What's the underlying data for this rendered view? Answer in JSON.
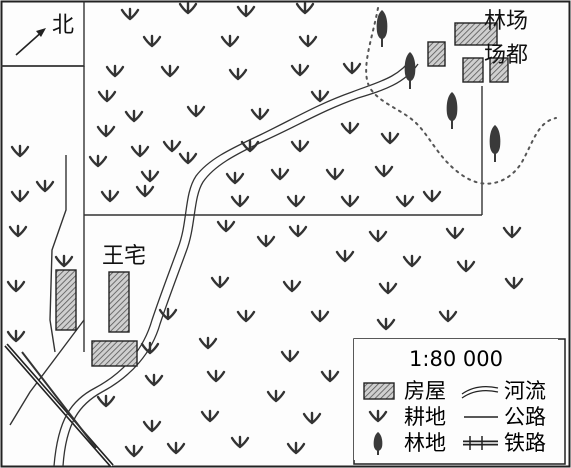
{
  "north_label": "北",
  "labels": {
    "forest_farm_hq_line1": "林场",
    "forest_farm_hq_line2": "场都",
    "wang_residence": "王宅"
  },
  "legend": {
    "scale": "1:80 000",
    "house": "房屋",
    "river": "河流",
    "farmland": "耕地",
    "highway": "公路",
    "forest": "林地",
    "railway": "铁路"
  },
  "colors": {
    "ink": "#222222",
    "house_hatch": "#555555",
    "house_fill": "#d0d0d0",
    "tree": "#3a3a3a",
    "dotted_boundary": "#555555"
  },
  "icons": [
    "north-arrow-icon",
    "farmland-symbol-icon",
    "tree-icon",
    "house-icon",
    "railway-symbol-icon"
  ]
}
